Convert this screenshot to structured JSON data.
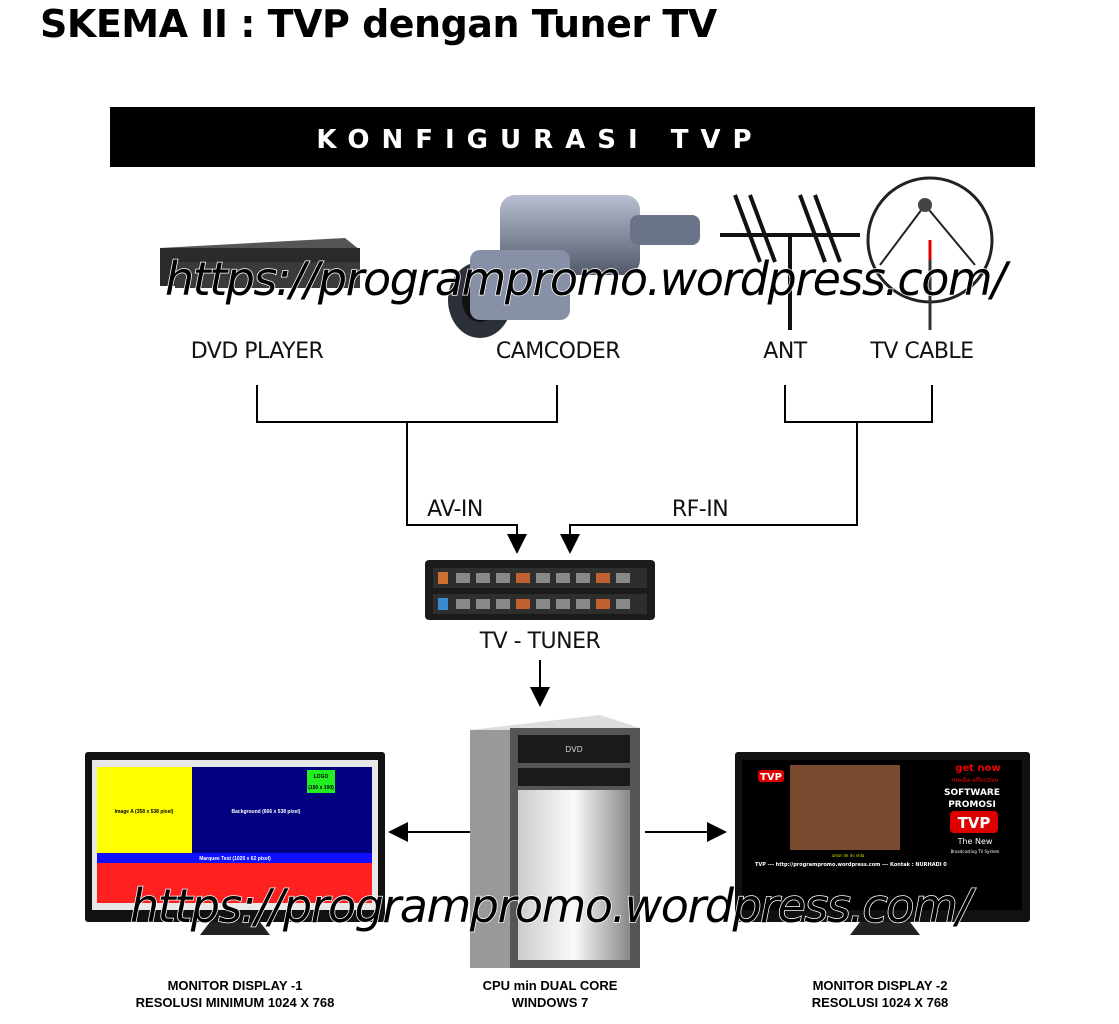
{
  "title": "SKEMA II : TVP dengan Tuner TV",
  "banner": "KONFIGURASI TVP",
  "watermark": "https://programpromo.wordpress.com/",
  "sources": {
    "dvd": "DVD PLAYER",
    "camcorder": "CAMCODER",
    "antenna": "ANT",
    "cable": "TV CABLE"
  },
  "inputs": {
    "av": "AV-IN",
    "rf": "RF-IN"
  },
  "tuner": "TV - TUNER",
  "monitor1": {
    "caption_line1": "MONITOR DISPLAY -1",
    "caption_line2": "RESOLUSI MINIMUM 1024 X 768",
    "screen": {
      "image_a": "Image A (358 x 538 pixel)",
      "background": "Background (666 x 538 pixel)",
      "logo": "LOGO",
      "logo_size": "(150 x 100)",
      "marquee": "Marquee Text (1020 x 62 pixel)"
    }
  },
  "cpu": {
    "caption_line1": "CPU min DUAL CORE",
    "caption_line2": "WINDOWS 7",
    "drive_label": "DVD"
  },
  "monitor2": {
    "caption_line1": "MONITOR DISPLAY -2",
    "caption_line2": "RESOLUSI 1024 X 768",
    "screen": {
      "logo": "TVP",
      "headline1": "get now",
      "headline2": "media effective",
      "software": "SOFTWARE",
      "promosi": "PROMOSI",
      "the_new": "The New",
      "tagline": "Broadcasting TV System",
      "subtitle": "amor de mi vida",
      "ticker": "TVP  ---  http://programpromo.wordpress.com  ---  Kontak : NURHADI  0"
    }
  },
  "colors": {
    "banner_bg": "#000000",
    "yellow": "#ffff00",
    "navy": "#000080",
    "green": "#22ee22",
    "blue": "#1010ff",
    "red": "#ff2020"
  }
}
